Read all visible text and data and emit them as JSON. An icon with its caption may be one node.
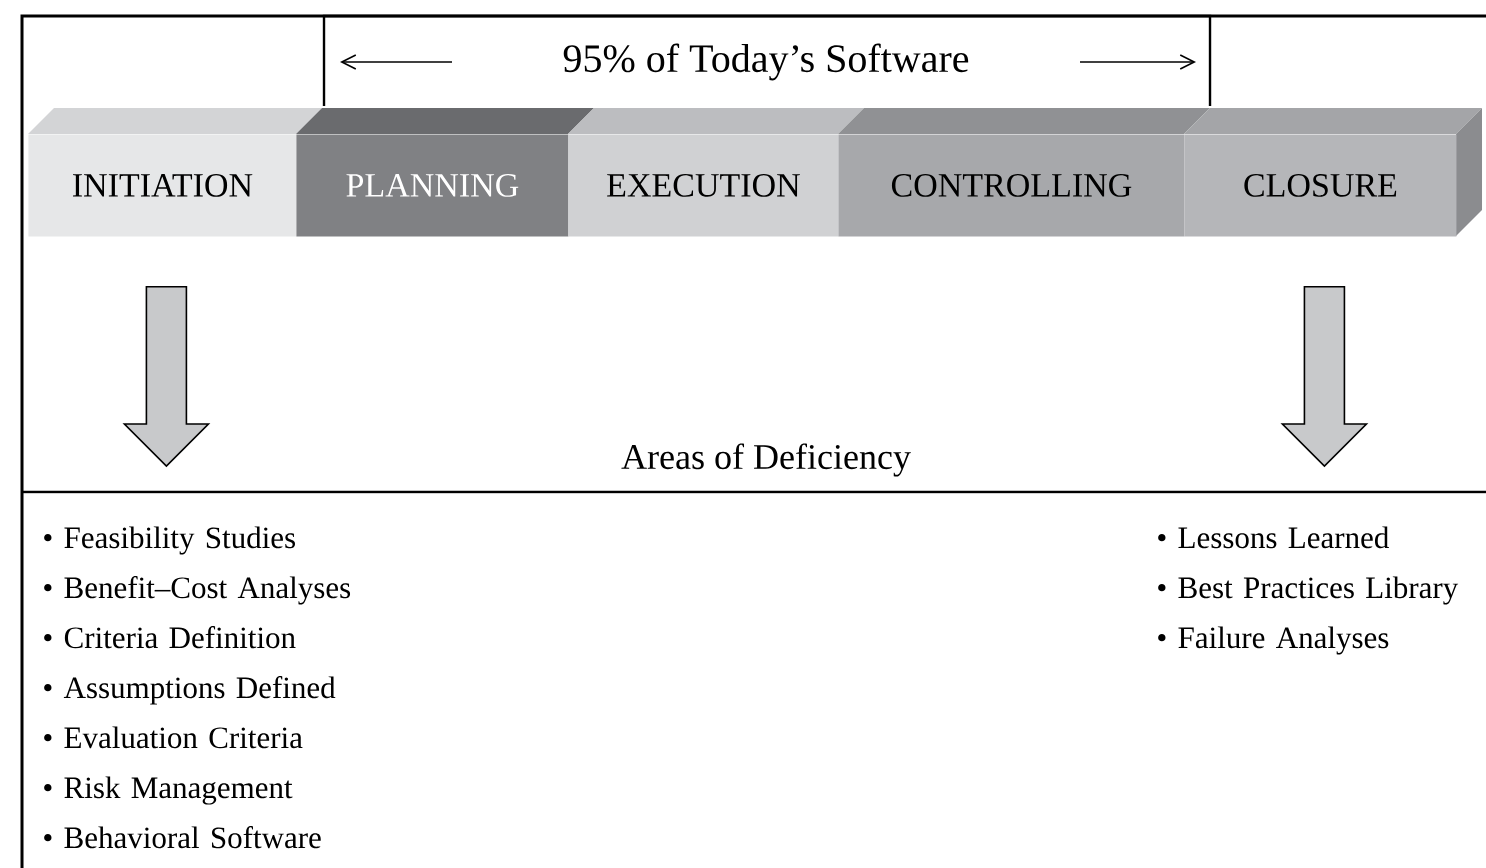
{
  "diagram": {
    "nodes": [
      {
        "text": [
          "INITIATION"
        ]
      },
      {
        "text": [
          "PLANNING"
        ]
      },
      {
        "text": [
          "EXECUTION"
        ]
      },
      {
        "text": [
          "CONTROLLING"
        ]
      },
      {
        "text": [
          "CLOSURE"
        ]
      },
      {
        "text": [
          "• Feasibility Studies",
          "• Benefit–Cost Analyses",
          "• Criteria Definition",
          "• Assumptions Defined",
          "• Evaluation Criteria",
          "• Risk Management",
          "• Behavioral Software"
        ]
      },
      {
        "text": [
          "• Lessons Learned",
          "• Best Practices Library",
          "• Failure Analyses"
        ]
      }
    ],
    "edges": [
      {
        "from": 0,
        "to": 5,
        "arrow": "to"
      },
      {
        "from": 4,
        "to": 6,
        "arrow": "to"
      }
    ],
    "labels": [
      "95% of Today’s Software",
      "Areas of Deficiency"
    ]
  }
}
